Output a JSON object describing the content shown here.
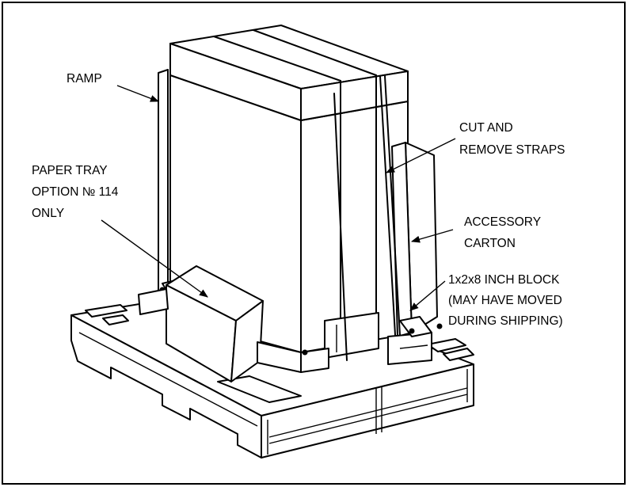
{
  "labels": {
    "ramp": "RAMP",
    "cut_line1": "CUT AND",
    "cut_line2": "REMOVE STRAPS",
    "paper_line1": "PAPER TRAY",
    "paper_line2": "OPTION № 114",
    "paper_line3": "ONLY",
    "acc_line1": "ACCESSORY",
    "acc_line2": "CARTON",
    "block_line1": "1x2x8 INCH BLOCK",
    "block_line2": "(MAY HAVE MOVED",
    "block_line3": "DURING SHIPPING)"
  }
}
